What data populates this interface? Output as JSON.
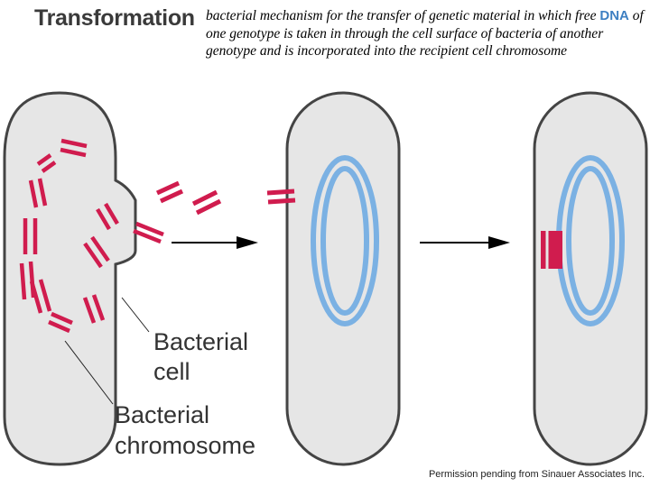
{
  "title": "Transformation",
  "definition": {
    "before": "bacterial mechanism for the transfer of genetic material in which free ",
    "highlight": "DNA",
    "after": " of one genotype is taken in through the cell surface of bacteria of another genotype and is incorporated into the recipient cell chromosome"
  },
  "labels": {
    "cell_line1": "Bacterial",
    "cell_line2": "cell",
    "chrom_line1": "Bacterial",
    "chrom_line2": "chromosome"
  },
  "credit": "Permission pending from Sinauer Associates Inc.",
  "colors": {
    "cell_fill": "#e6e6e6",
    "cell_stroke": "#444444",
    "dna_red": "#d01c4e",
    "chromosome_blue": "#7bb1e3"
  }
}
